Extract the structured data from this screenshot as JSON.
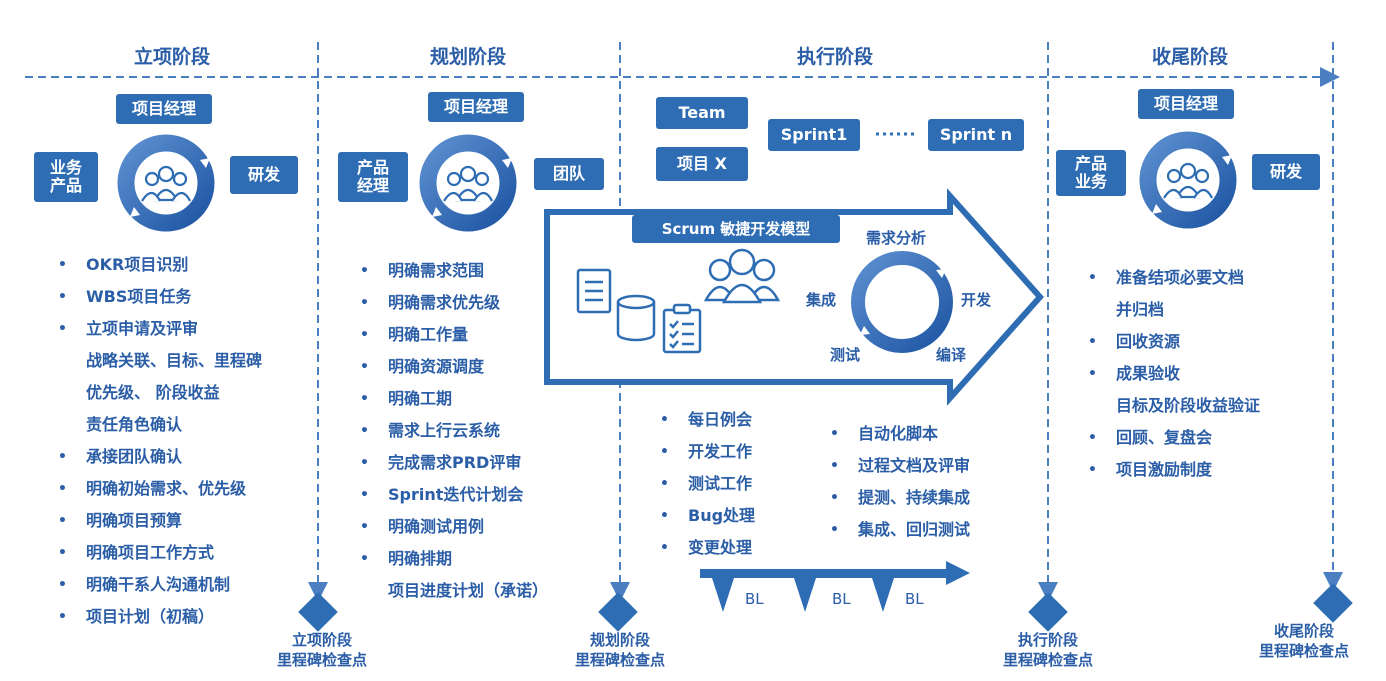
{
  "phases": [
    {
      "title": "立项阶段",
      "roles": {
        "top": "项目经理",
        "left": "业务\n产品",
        "right": "研发"
      },
      "bullets": [
        {
          "text": "OKR项目识别",
          "dot": true
        },
        {
          "text": "WBS项目任务",
          "dot": true
        },
        {
          "text": "立项申请及评审",
          "dot": true
        },
        {
          "text": "战略关联、目标、里程碑",
          "dot": false
        },
        {
          "text": "优先级、 阶段收益",
          "dot": false
        },
        {
          "text": "责任角色确认",
          "dot": false
        },
        {
          "text": "承接团队确认",
          "dot": true
        },
        {
          "text": "明确初始需求、优先级",
          "dot": true
        },
        {
          "text": "明确项目预算",
          "dot": true
        },
        {
          "text": "明确项目工作方式",
          "dot": true
        },
        {
          "text": "明确干系人沟通机制",
          "dot": true
        },
        {
          "text": "项目计划（初稿）",
          "dot": true
        }
      ],
      "milestone": [
        "立项阶段",
        "里程碑检查点"
      ]
    },
    {
      "title": "规划阶段",
      "roles": {
        "top": "项目经理",
        "left": "产品\n经理",
        "right": "团队"
      },
      "bullets": [
        {
          "text": "明确需求范围",
          "dot": true
        },
        {
          "text": "明确需求优先级",
          "dot": true
        },
        {
          "text": "明确工作量",
          "dot": true
        },
        {
          "text": "明确资源调度",
          "dot": true
        },
        {
          "text": "明确工期",
          "dot": true
        },
        {
          "text": "需求上行云系统",
          "dot": true
        },
        {
          "text": "完成需求PRD评审",
          "dot": true
        },
        {
          "text": "Sprint迭代计划会",
          "dot": true
        },
        {
          "text": "明确测试用例",
          "dot": true
        },
        {
          "text": "明确排期",
          "dot": true
        },
        {
          "text": "项目进度计划（承诺）",
          "dot": false
        }
      ],
      "milestone": [
        "规划阶段",
        "里程碑检查点"
      ]
    },
    {
      "title": "执行阶段",
      "boxes": {
        "team": "Team",
        "project": "项目 X",
        "sprint1": "Sprint1",
        "dots": "······",
        "sprintn": "Sprint n"
      },
      "scrum": {
        "title": "Scrum 敏捷开发模型",
        "cycle": {
          "top": "需求分析",
          "right": "开发",
          "bottom_right": "编译",
          "bottom_left": "测试",
          "left": "集成"
        }
      },
      "bullets_left": [
        "每日例会",
        "开发工作",
        "测试工作",
        "Bug处理",
        "变更处理"
      ],
      "bullets_right": [
        "自动化脚本",
        "过程文档及评审",
        "提测、持续集成",
        "集成、回归测试"
      ],
      "baselines": [
        "BL",
        "BL",
        "BL"
      ],
      "milestone": [
        "执行阶段",
        "里程碑检查点"
      ]
    },
    {
      "title": "收尾阶段",
      "roles": {
        "top": "项目经理",
        "left": "产品\n业务",
        "right": "研发"
      },
      "bullets": [
        {
          "text": "准备结项必要文档",
          "dot": true
        },
        {
          "text": "并归档",
          "dot": false
        },
        {
          "text": "回收资源",
          "dot": true
        },
        {
          "text": "成果验收",
          "dot": true
        },
        {
          "text": "目标及阶段收益验证",
          "dot": false
        },
        {
          "text": "回顾、复盘会",
          "dot": true
        },
        {
          "text": "项目激励制度",
          "dot": true
        }
      ],
      "milestone": [
        "收尾阶段",
        "里程碑检查点"
      ]
    }
  ],
  "colors": {
    "primary": "#2e6db3",
    "text": "#2b5ea7",
    "dashed": "#4a7fc1"
  }
}
